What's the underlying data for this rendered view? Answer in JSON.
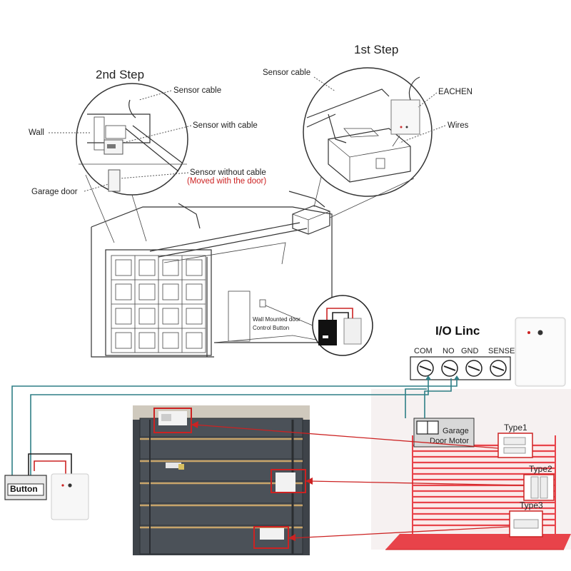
{
  "labels": {
    "step1": "1st Step",
    "step2": "2nd Step",
    "sensor_cable_a": "Sensor cable",
    "sensor_cable_b": "Sensor cable",
    "wall": "Wall",
    "sensor_with_cable": "Sensor with cable",
    "sensor_without_cable": "Sensor without cable",
    "moved_with_door": "(Moved with the door)",
    "garage_door": "Garage door",
    "eachen": "EACHEN",
    "wires": "Wires",
    "wall_button_1": "Wall Mounted door",
    "wall_button_2": "Control Button",
    "io_linc": "I/O Linc",
    "button": "Button",
    "motor_1": "Garage",
    "motor_2": "Door Motor",
    "type1": "Type1",
    "type2": "Type2",
    "type3": "Type3"
  },
  "terminals": [
    "COM",
    "NO",
    "GND",
    "SENSE"
  ],
  "colors": {
    "red": "#cc2222",
    "teal": "#2f7f86",
    "door_red": "#e8434a",
    "photo_panel": "#4b5158"
  }
}
